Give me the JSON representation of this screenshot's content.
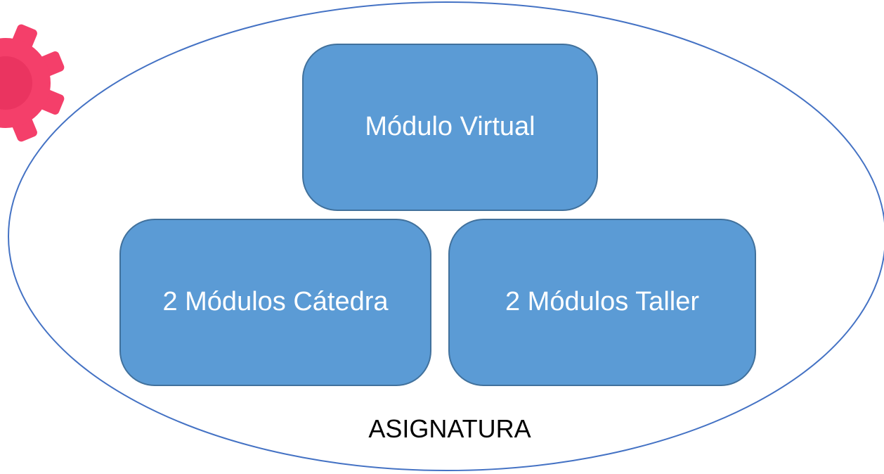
{
  "diagram": {
    "container_label": "ASIGNATURA",
    "nodes": {
      "top": "Módulo Virtual",
      "bottom_left": "2 Módulos Cátedra",
      "bottom_right": "2 Módulos Taller"
    }
  },
  "colors": {
    "box_fill": "#5b9bd5",
    "box_border": "#41719c",
    "ellipse_stroke": "#4472c4",
    "gear_fill": "#f43f6a",
    "gear_dark": "#e22c58"
  },
  "icons": {
    "corner_decoration": "gear-icon"
  }
}
